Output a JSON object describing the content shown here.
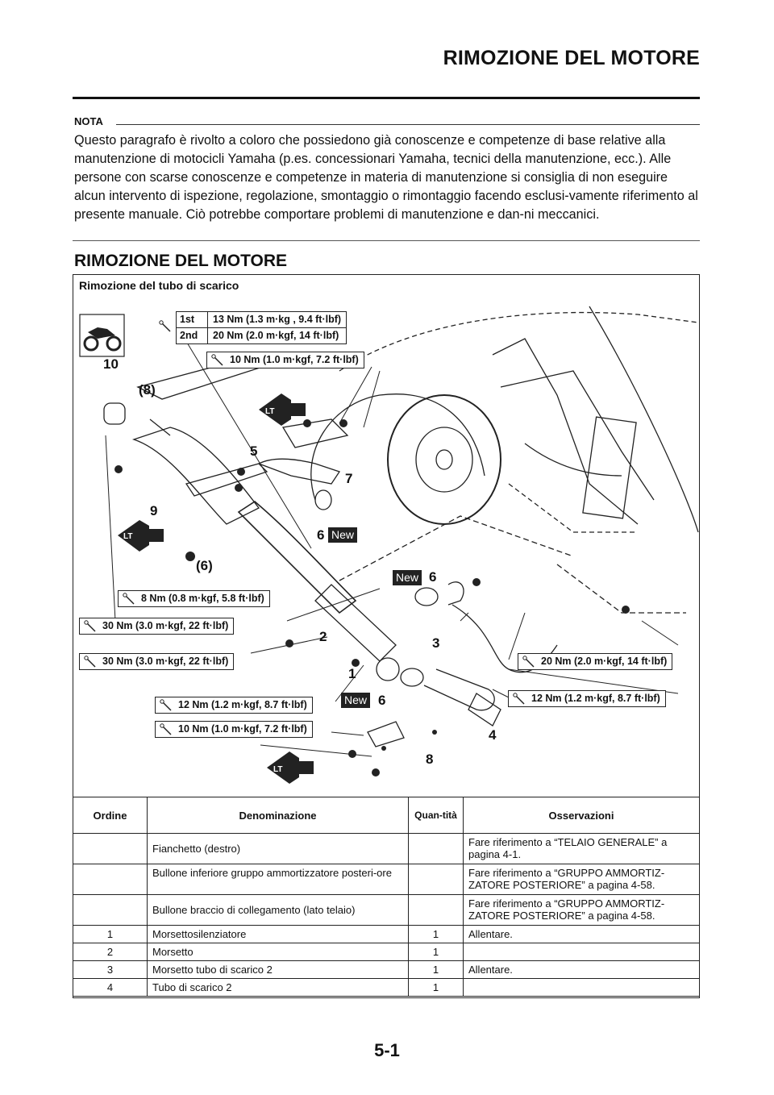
{
  "header": {
    "title": "RIMOZIONE DEL MOTORE"
  },
  "note": {
    "label": "NOTA",
    "text": "Questo paragrafo è rivolto a coloro che possiedono già conoscenze e competenze di base relative alla manutenzione di motocicli Yamaha (p.es. concessionari Yamaha, tecnici della manutenzione, ecc.). Alle persone con scarse conoscenze e competenze in materia di manutenzione si consiglia di non eseguire alcun intervento di ispezione, regolazione, smontaggio o rimontaggio facendo esclusi-vamente riferimento al presente manuale. Ciò potrebbe comportare problemi di manutenzione e dan-ni meccanici."
  },
  "section": {
    "title": "RIMOZIONE DEL MOTORE"
  },
  "diagram": {
    "title": "Rimozione del tubo di scarico",
    "torque_double": {
      "row1_label": "1st",
      "row1_value": "13 Nm (1.3 m·kg , 9.4 ft·lbf)",
      "row2_label": "2nd",
      "row2_value": "20 Nm (2.0 m·kgf, 14 ft·lbf)"
    },
    "torques": [
      "10 Nm (1.0 m·kgf, 7.2 ft·lbf)",
      "8 Nm (0.8 m·kgf, 5.8 ft·lbf)",
      "30 Nm (3.0 m·kgf, 22 ft·lbf)",
      "30 Nm (3.0 m·kgf, 22 ft·lbf)",
      "12 Nm (1.2 m·kgf, 8.7 ft·lbf)",
      "10 Nm (1.0 m·kgf, 7.2 ft·lbf)",
      "20 Nm (2.0 m·kgf, 14 ft·lbf)",
      "12 Nm (1.2 m·kgf, 8.7 ft·lbf)"
    ],
    "callouts": [
      "10",
      "(8)",
      "5",
      "7",
      "9",
      "6",
      "(6)",
      "6",
      "2",
      "3",
      "1",
      "6",
      "4",
      "8"
    ],
    "new_label": "New",
    "lt_label": "LT"
  },
  "table": {
    "headers": [
      "Ordine",
      "Denominazione",
      "Quan-tità",
      "Osservazioni"
    ],
    "rows": [
      [
        "",
        "Fianchetto (destro)",
        "",
        "Fare riferimento a “TELAIO GENERALE” a pagina 4-1."
      ],
      [
        "",
        "Bullone inferiore gruppo ammortizzatore posteri-ore",
        "",
        "Fare riferimento a “GRUPPO AMMORTIZ-ZATORE POSTERIORE” a pagina 4-58."
      ],
      [
        "",
        "Bullone braccio di collegamento (lato telaio)",
        "",
        "Fare riferimento a “GRUPPO AMMORTIZ-ZATORE POSTERIORE” a pagina 4-58."
      ],
      [
        "1",
        "Morsettosilenziatore",
        "1",
        "Allentare."
      ],
      [
        "2",
        "Morsetto",
        "1",
        ""
      ],
      [
        "3",
        "Morsetto tubo di scarico 2",
        "1",
        "Allentare."
      ],
      [
        "4",
        "Tubo di scarico 2",
        "1",
        ""
      ]
    ]
  },
  "footer": {
    "page": "5-1"
  }
}
